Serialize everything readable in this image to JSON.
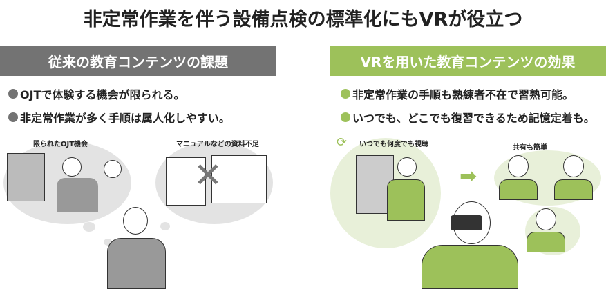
{
  "title": "非定常作業を伴う設備点検の標準化にもVRが役立つ",
  "left": {
    "header": "従来の教育コンテンツの課題",
    "points": [
      "OJTで体験する機会が限られる。",
      "非定常作業が多く手順は属人化しやすい。"
    ],
    "captions": [
      "限られたOJT機会",
      "マニュアルなどの資料不足"
    ]
  },
  "right": {
    "header": "VRを用いた教育コンテンツの効果",
    "points": [
      "非定常作業の手順も熟練者不在で習熟可能。",
      "いつでも、どこでも復習できるため記憶定着も。"
    ],
    "captions": [
      "いつでも何度でも視聴",
      "共有も簡単"
    ]
  },
  "colors": {
    "gray": "#737373",
    "green": "#9dc15a",
    "light_gray": "#e3e3e3",
    "light_green": "#e8f0d9"
  }
}
